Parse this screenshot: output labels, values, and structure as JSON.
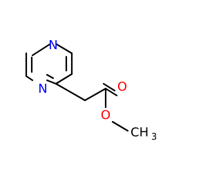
{
  "molecule": {
    "atoms": {
      "n_top": {
        "label": "N",
        "color": "#0000ff"
      },
      "n_left": {
        "label": "N",
        "color": "#0000ff"
      },
      "o_carbonyl": {
        "label": "O",
        "color": "#ff0000"
      },
      "o_ester": {
        "label": "O",
        "color": "#ff0000"
      },
      "methyl": {
        "label": "CH",
        "subscript": "3",
        "color": "#000000"
      }
    },
    "bond_color": "#000000"
  }
}
